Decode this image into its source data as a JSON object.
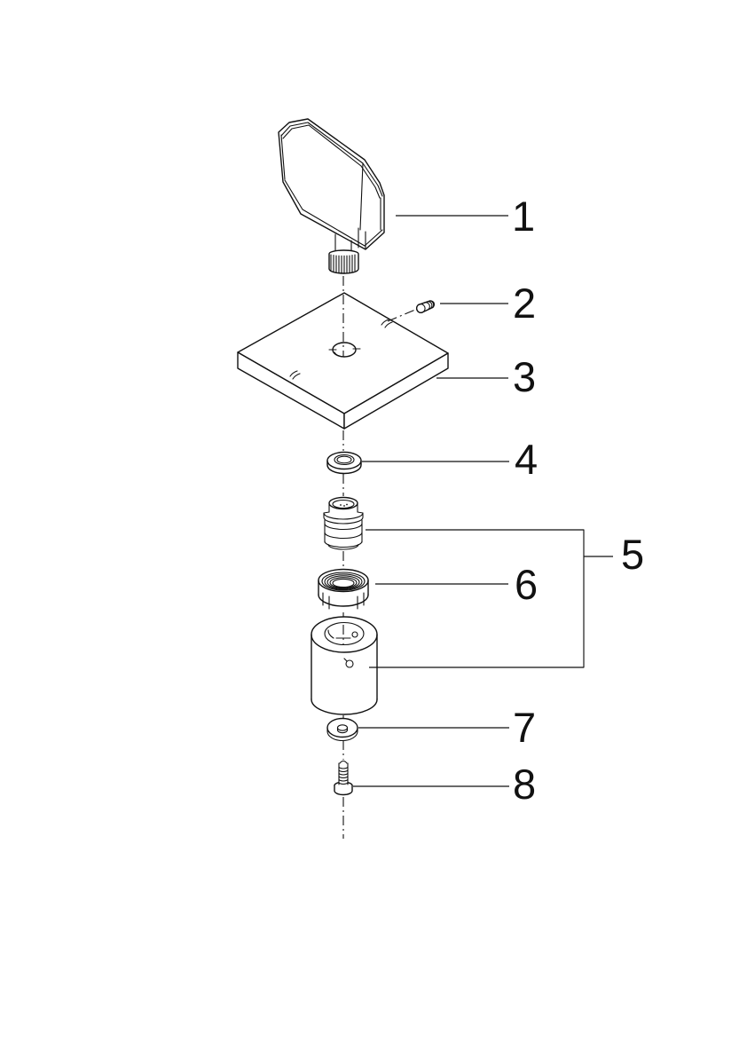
{
  "diagram": {
    "part_labels": [
      "1",
      "2",
      "3",
      "4",
      "5",
      "6",
      "7",
      "8"
    ]
  },
  "colors": {
    "line": "#111111",
    "background": "#ffffff"
  }
}
